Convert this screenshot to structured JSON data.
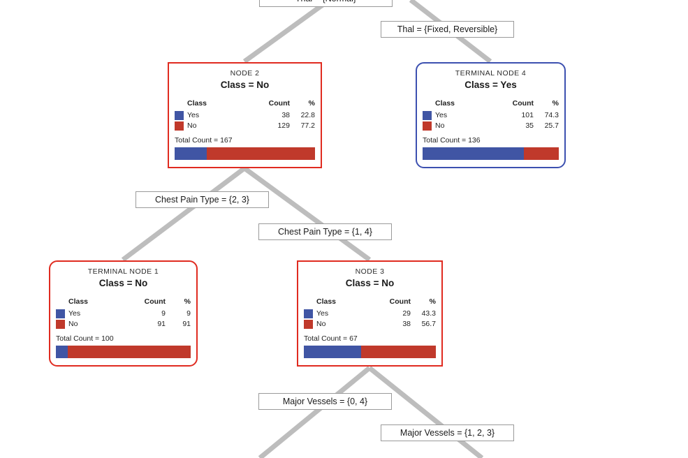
{
  "diagram": {
    "type": "decision-tree",
    "colors": {
      "class_yes": "#4055a4",
      "class_no": "#c0392b",
      "internal_node_border": "#e02b20",
      "terminal_node_border_yes": "#3c50b0",
      "terminal_node_border_no": "#e02b20",
      "connector": "#bdbdbd",
      "label_border": "#9a9a9a"
    },
    "table_headers": {
      "class": "Class",
      "count": "Count",
      "pct": "%"
    },
    "nodes": [
      {
        "id": "node-2",
        "title": "NODE 2",
        "class_line": "Class = No",
        "border_style": "square",
        "border_color_name": "red",
        "rows": [
          {
            "label": "Yes",
            "count": "38",
            "pct": "22.8",
            "swatch": "blue"
          },
          {
            "label": "No",
            "count": "129",
            "pct": "77.2",
            "swatch": "red"
          }
        ],
        "total_label": "Total Count = 167",
        "total": 167,
        "bar": {
          "blue_pct": 22.8,
          "red_pct": 77.2
        }
      },
      {
        "id": "terminal-node-4",
        "title": "TERMINAL NODE 4",
        "class_line": "Class = Yes",
        "border_style": "rounded",
        "border_color_name": "blue",
        "rows": [
          {
            "label": "Yes",
            "count": "101",
            "pct": "74.3",
            "swatch": "blue"
          },
          {
            "label": "No",
            "count": "35",
            "pct": "25.7",
            "swatch": "red"
          }
        ],
        "total_label": "Total Count = 136",
        "total": 136,
        "bar": {
          "blue_pct": 74.3,
          "red_pct": 25.7
        }
      },
      {
        "id": "terminal-node-1",
        "title": "TERMINAL NODE 1",
        "class_line": "Class = No",
        "border_style": "rounded",
        "border_color_name": "red",
        "rows": [
          {
            "label": "Yes",
            "count": "9",
            "pct": "9",
            "swatch": "blue"
          },
          {
            "label": "No",
            "count": "91",
            "pct": "91",
            "swatch": "red"
          }
        ],
        "total_label": "Total Count = 100",
        "total": 100,
        "bar": {
          "blue_pct": 9,
          "red_pct": 91
        }
      },
      {
        "id": "node-3",
        "title": "NODE 3",
        "class_line": "Class = No",
        "border_style": "square",
        "border_color_name": "red",
        "rows": [
          {
            "label": "Yes",
            "count": "29",
            "pct": "43.3",
            "swatch": "blue"
          },
          {
            "label": "No",
            "count": "38",
            "pct": "56.7",
            "swatch": "red"
          }
        ],
        "total_label": "Total Count = 67",
        "total": 67,
        "bar": {
          "blue_pct": 43.3,
          "red_pct": 56.7
        }
      }
    ],
    "edge_labels": [
      {
        "id": "thal-normal",
        "text": "Thal = {Normal}",
        "clipped_top": true
      },
      {
        "id": "thal-fixed-reversible",
        "text": "Thal = {Fixed, Reversible}"
      },
      {
        "id": "cpt-2-3",
        "text": "Chest Pain Type = {2, 3}"
      },
      {
        "id": "cpt-1-4",
        "text": "Chest Pain Type = {1, 4}"
      },
      {
        "id": "mv-0-4",
        "text": "Major Vessels = {0, 4}"
      },
      {
        "id": "mv-1-2-3",
        "text": "Major Vessels = {1, 2, 3}"
      }
    ]
  }
}
